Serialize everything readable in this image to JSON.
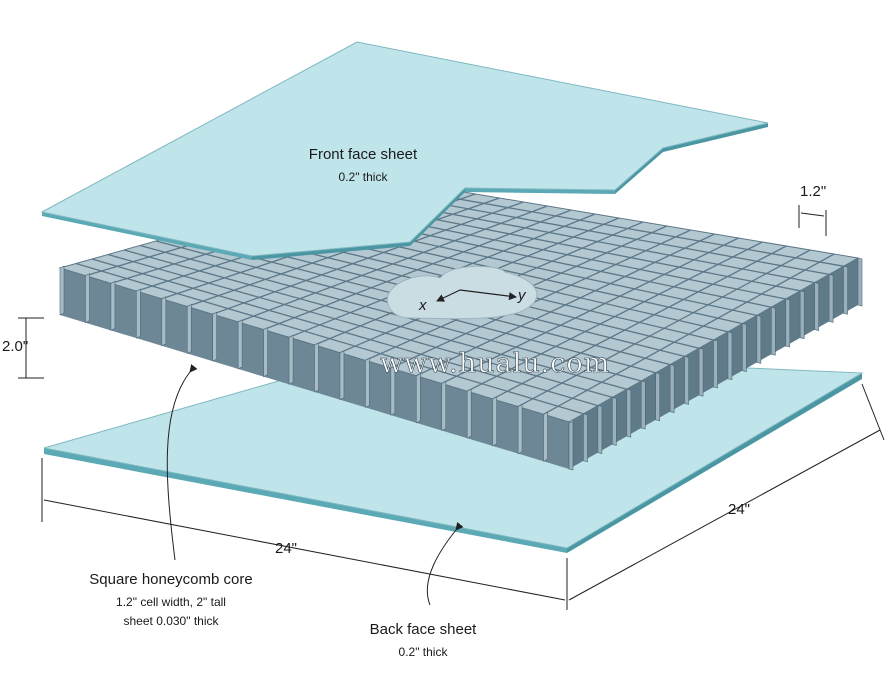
{
  "labels": {
    "front_title": "Front face sheet",
    "front_sub": "0.2\" thick",
    "core_title": "Square honeycomb core",
    "core_line1": "1.2\" cell width, 2\" tall",
    "core_line2": "sheet 0.030\" thick",
    "back_title": "Back face sheet",
    "back_sub": "0.2\" thick"
  },
  "dimensions": {
    "cell": "1.2\"",
    "height": "2.0\"",
    "width_x": "24\"",
    "width_y": "24\""
  },
  "axes": {
    "x": "x",
    "y": "y"
  },
  "watermark": "www.hualu.com",
  "colors": {
    "face_sheet": "#bfe4ea",
    "face_edge": "#5aa9b5",
    "core_wall": "#7e9aa8",
    "core_wall_dark": "#5c7787",
    "core_top": "#a9bfca",
    "line": "#222222"
  }
}
